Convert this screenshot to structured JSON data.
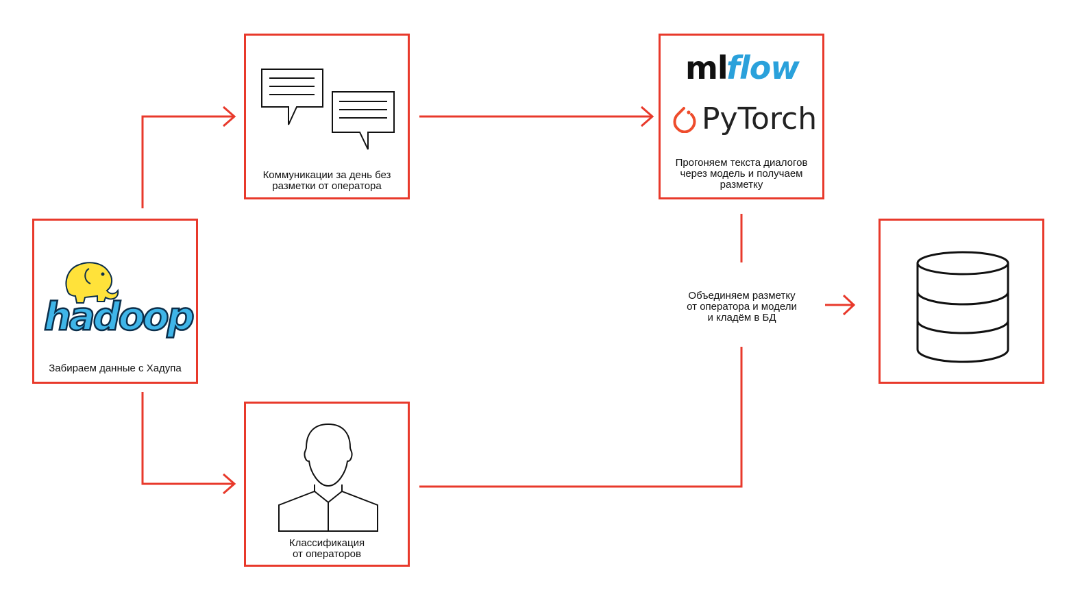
{
  "colors": {
    "accent": "#e8392b",
    "mlflow_blue": "#2aa1db",
    "pytorch_orange": "#ee4c2c",
    "hadoop_blue": "#3fb5e8",
    "hadoop_yellow": "#ffe23a"
  },
  "nodes": {
    "hadoop": {
      "logo_text": "hadoop",
      "icon": "hadoop-elephant-icon",
      "caption": "Забираем данные с Хадупа"
    },
    "communications": {
      "icon": "chat-bubbles-icon",
      "caption_line1": "Коммуникации за день без",
      "caption_line2": "разметки от оператора"
    },
    "model": {
      "logo_ml": "ml",
      "logo_flow": "flow",
      "logo_pytorch": "PyTorch",
      "icon": "pytorch-flame-icon",
      "caption_line1": "Прогоняем текста диалогов",
      "caption_line2": "через модель и получаем",
      "caption_line3": "разметку"
    },
    "operator": {
      "icon": "person-icon",
      "caption_line1": "Классификация",
      "caption_line2": "от операторов"
    },
    "database": {
      "icon": "database-icon"
    }
  },
  "merge": {
    "label_line1": "Объединяем разметку",
    "label_line2": "от оператора и модели",
    "label_line3": "и кладём в БД"
  }
}
